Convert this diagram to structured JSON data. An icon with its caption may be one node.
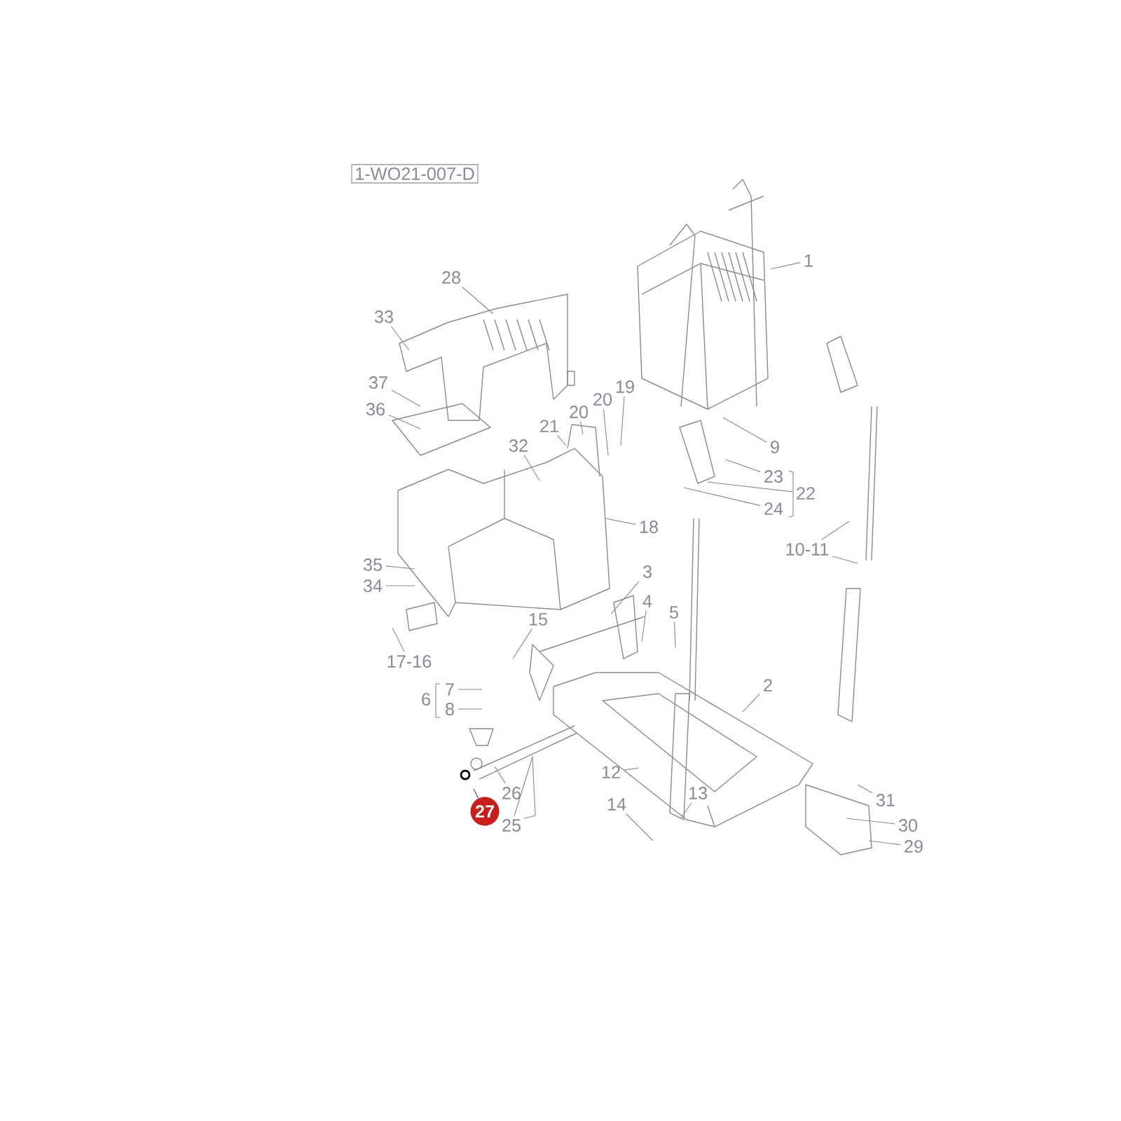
{
  "diagram": {
    "nodes": [
      {
        "text": [
          "1"
        ]
      },
      {
        "text": [
          "28"
        ]
      },
      {
        "text": [
          "33"
        ]
      },
      {
        "text": [
          "37"
        ]
      },
      {
        "text": [
          "19"
        ]
      },
      {
        "text": [
          "20"
        ]
      },
      {
        "text": [
          "36"
        ]
      },
      {
        "text": [
          "20"
        ]
      },
      {
        "text": [
          "21"
        ]
      },
      {
        "text": [
          "32"
        ]
      },
      {
        "text": [
          "9"
        ]
      },
      {
        "text": [
          "23"
        ]
      },
      {
        "text": [
          "22"
        ]
      },
      {
        "text": [
          "24"
        ]
      },
      {
        "text": [
          "18"
        ]
      },
      {
        "text": [
          "10-11"
        ]
      },
      {
        "text": [
          "35"
        ]
      },
      {
        "text": [
          "3"
        ]
      },
      {
        "text": [
          "34"
        ]
      },
      {
        "text": [
          "4"
        ]
      },
      {
        "text": [
          "5"
        ]
      },
      {
        "text": [
          "15"
        ]
      },
      {
        "text": [
          "17-16"
        ]
      },
      {
        "text": [
          "2"
        ]
      },
      {
        "text": [
          "7"
        ]
      },
      {
        "text": [
          "6"
        ]
      },
      {
        "text": [
          "8"
        ]
      },
      {
        "text": [
          "12"
        ]
      },
      {
        "text": [
          "13"
        ]
      },
      {
        "text": [
          "26"
        ]
      },
      {
        "text": [
          "31"
        ]
      },
      {
        "text": [
          "14"
        ]
      },
      {
        "text": [
          "27"
        ]
      },
      {
        "text": [
          "25"
        ]
      },
      {
        "text": [
          "30"
        ]
      },
      {
        "text": [
          "29"
        ]
      }
    ],
    "edges": [
      {
        "from": 0,
        "to": null,
        "arrow": "none"
      },
      {
        "from": 1,
        "to": null,
        "arrow": "none"
      },
      {
        "from": 2,
        "to": null,
        "arrow": "none"
      },
      {
        "from": 3,
        "to": null,
        "arrow": "none"
      },
      {
        "from": 4,
        "to": null,
        "arrow": "none"
      },
      {
        "from": 5,
        "to": null,
        "arrow": "none"
      },
      {
        "from": 6,
        "to": null,
        "arrow": "none"
      },
      {
        "from": 7,
        "to": null,
        "arrow": "none"
      },
      {
        "from": 8,
        "to": null,
        "arrow": "none"
      },
      {
        "from": 9,
        "to": null,
        "arrow": "none"
      },
      {
        "from": 10,
        "to": null,
        "arrow": "none"
      },
      {
        "from": 11,
        "to": null,
        "arrow": "none"
      },
      {
        "from": 12,
        "to": null,
        "arrow": "none"
      },
      {
        "from": 13,
        "to": null,
        "arrow": "none"
      },
      {
        "from": 14,
        "to": null,
        "arrow": "none"
      },
      {
        "from": 15,
        "to": null,
        "arrow": "none"
      },
      {
        "from": 15,
        "to": null,
        "arrow": "none"
      },
      {
        "from": 16,
        "to": null,
        "arrow": "none"
      },
      {
        "from": 17,
        "to": null,
        "arrow": "none"
      },
      {
        "from": 18,
        "to": null,
        "arrow": "none"
      },
      {
        "from": 19,
        "to": null,
        "arrow": "none"
      },
      {
        "from": 20,
        "to": null,
        "arrow": "none"
      },
      {
        "from": 21,
        "to": null,
        "arrow": "none"
      },
      {
        "from": 22,
        "to": null,
        "arrow": "none"
      },
      {
        "from": 23,
        "to": null,
        "arrow": "none"
      },
      {
        "from": 24,
        "to": null,
        "arrow": "none"
      },
      {
        "from": 26,
        "to": null,
        "arrow": "none"
      },
      {
        "from": 27,
        "to": null,
        "arrow": "none"
      },
      {
        "from": 28,
        "to": null,
        "arrow": "none"
      },
      {
        "from": 29,
        "to": null,
        "arrow": "none"
      },
      {
        "from": 30,
        "to": null,
        "arrow": "none"
      },
      {
        "from": 31,
        "to": null,
        "arrow": "none"
      },
      {
        "from": 32,
        "to": null,
        "arrow": "none"
      },
      {
        "from": 33,
        "to": null,
        "arrow": "none"
      },
      {
        "from": 34,
        "to": null,
        "arrow": "none"
      },
      {
        "from": 35,
        "to": null,
        "arrow": "none"
      }
    ],
    "labels": [
      "1-WO21-007-D"
    ]
  }
}
